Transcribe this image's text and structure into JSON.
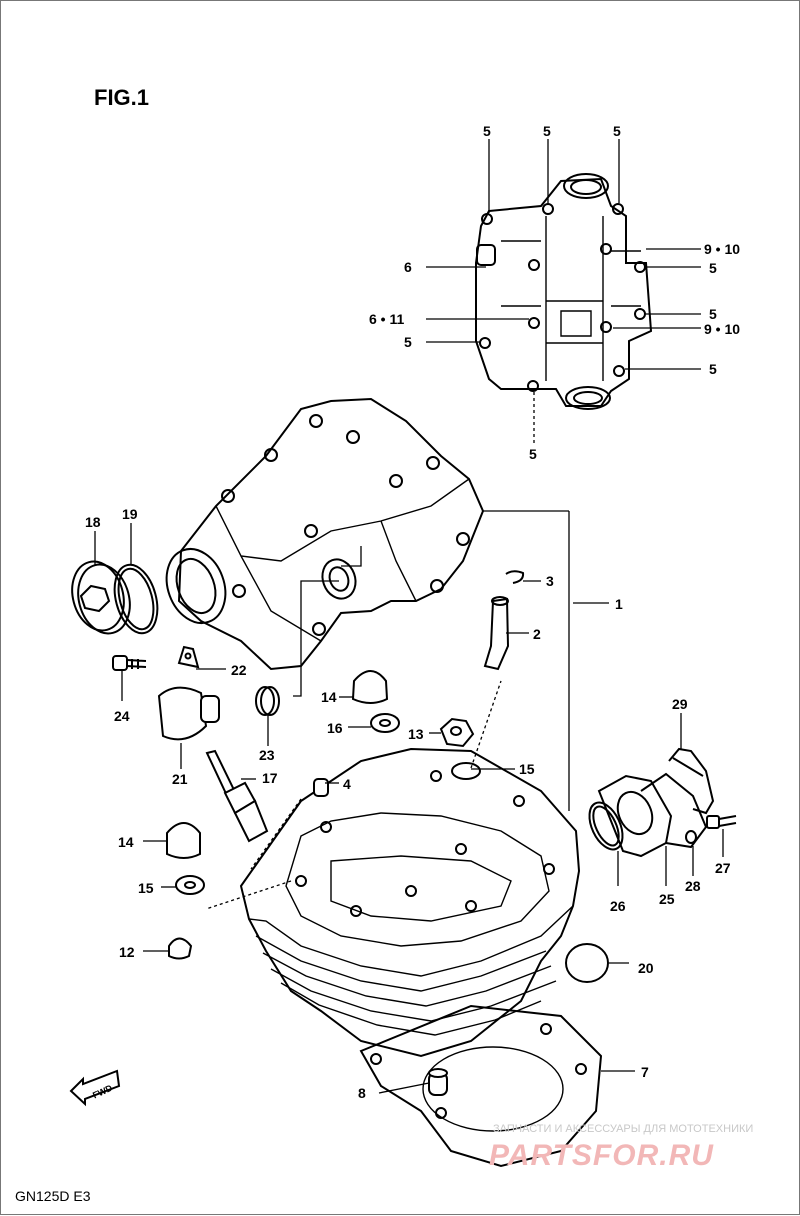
{
  "figure": {
    "title": "FIG.1",
    "model_code": "GN125D  E3"
  },
  "callouts": {
    "cap_bolts": "5",
    "c6": "6",
    "c6_11": "6 • 11",
    "c9_10": "9 • 10",
    "c1": "1",
    "c2": "2",
    "c3": "3",
    "c4": "4",
    "c7": "7",
    "c8": "8",
    "c12": "12",
    "c13": "13",
    "c14": "14",
    "c15": "15",
    "c16": "16",
    "c17": "17",
    "c18": "18",
    "c19": "19",
    "c20": "20",
    "c21": "21",
    "c22": "22",
    "c23": "23",
    "c24": "24",
    "c25": "25",
    "c26": "26",
    "c27": "27",
    "c28": "28",
    "c29": "29"
  },
  "fwd_arrow": "FWD",
  "watermark": {
    "line1": "ЗАПЧАСТИ И АКСЕССУАРЫ ДЛЯ МОТОТЕХНИКИ",
    "line2": "PARTSFOR.RU",
    "color": "#f2b7b7"
  }
}
